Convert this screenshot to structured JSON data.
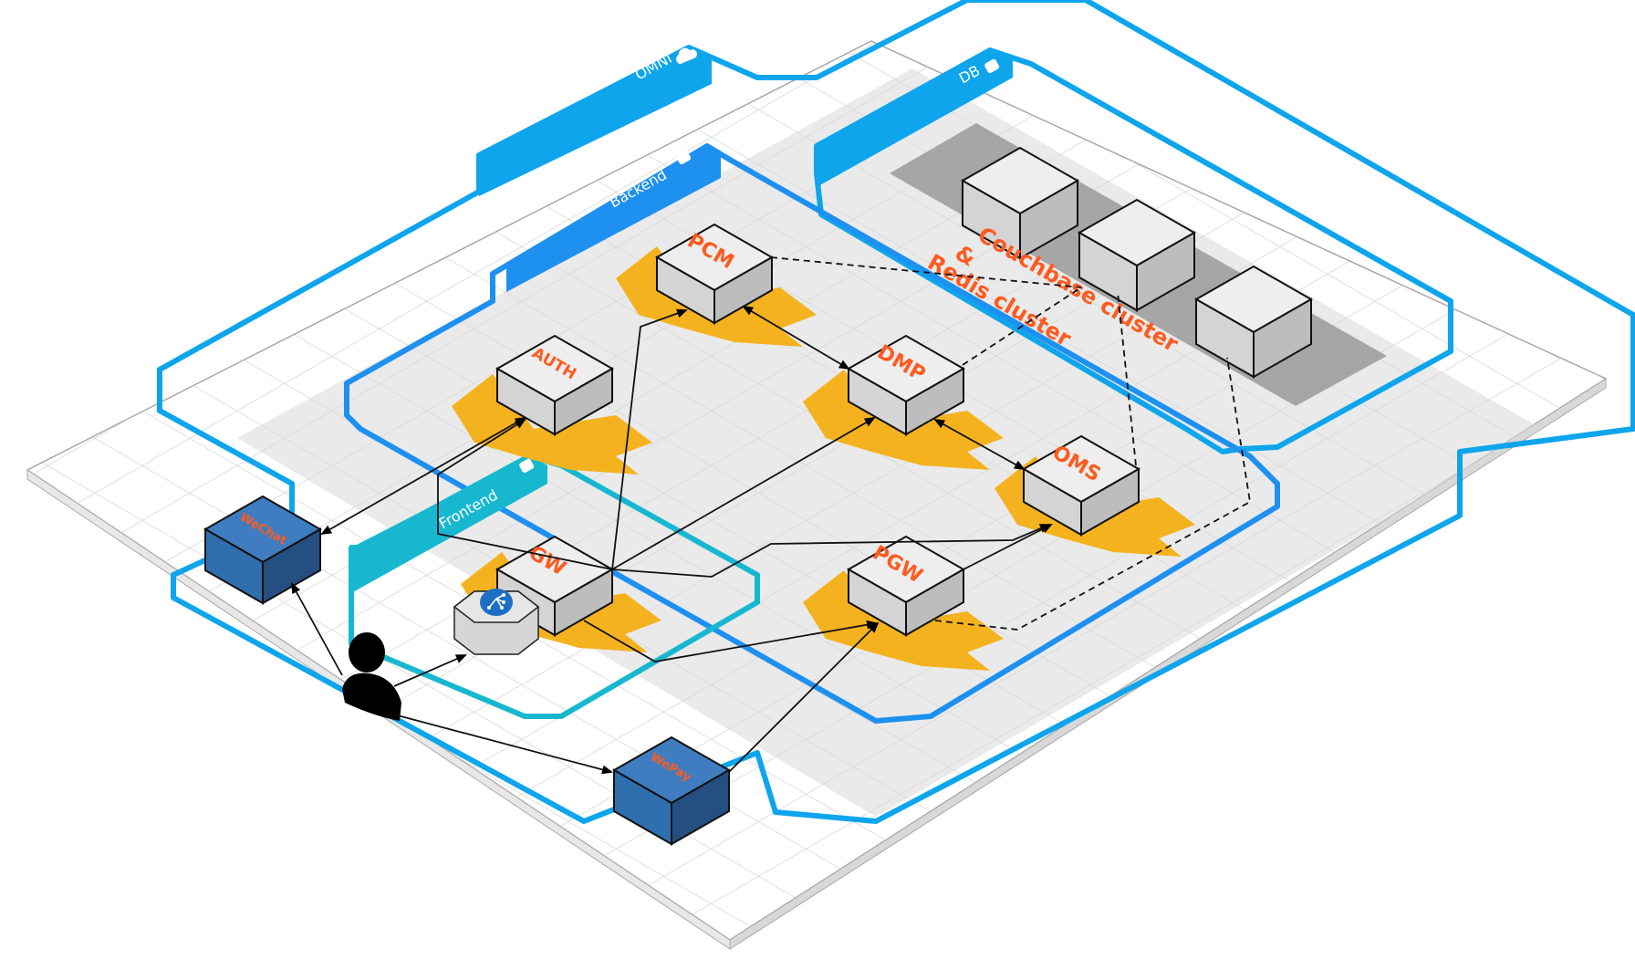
{
  "zones": {
    "omni": "OMNI",
    "db": "DB",
    "backend": "Backend",
    "frontend": "Frontend"
  },
  "services": {
    "pcm": "PCM",
    "auth": "AUTH",
    "dmp": "DMP",
    "oms": "OMS",
    "gw": "GW",
    "pgw": "PGW"
  },
  "externals": {
    "wechat": "WeChat",
    "wepay": "WePay"
  },
  "db_cluster": {
    "line1": "Couchbase cluster",
    "line2": "&",
    "line3": "Redis cluster"
  },
  "colors": {
    "omni_border": "#0ea5ec",
    "backend_border": "#1e90f0",
    "frontend_border": "#17b8cf",
    "node_top": "#eeeeee",
    "node_left": "#d4d4d4",
    "node_right": "#bdbdbd",
    "arrow_orange": "#f5b21f",
    "external_blue": "#2f6fad",
    "label_orange": "#ff5a1f"
  },
  "icons": {
    "user": "user-icon",
    "load_balancer": "load-balancer-icon",
    "cloud": "cloud-icon",
    "database": "database-icon"
  }
}
